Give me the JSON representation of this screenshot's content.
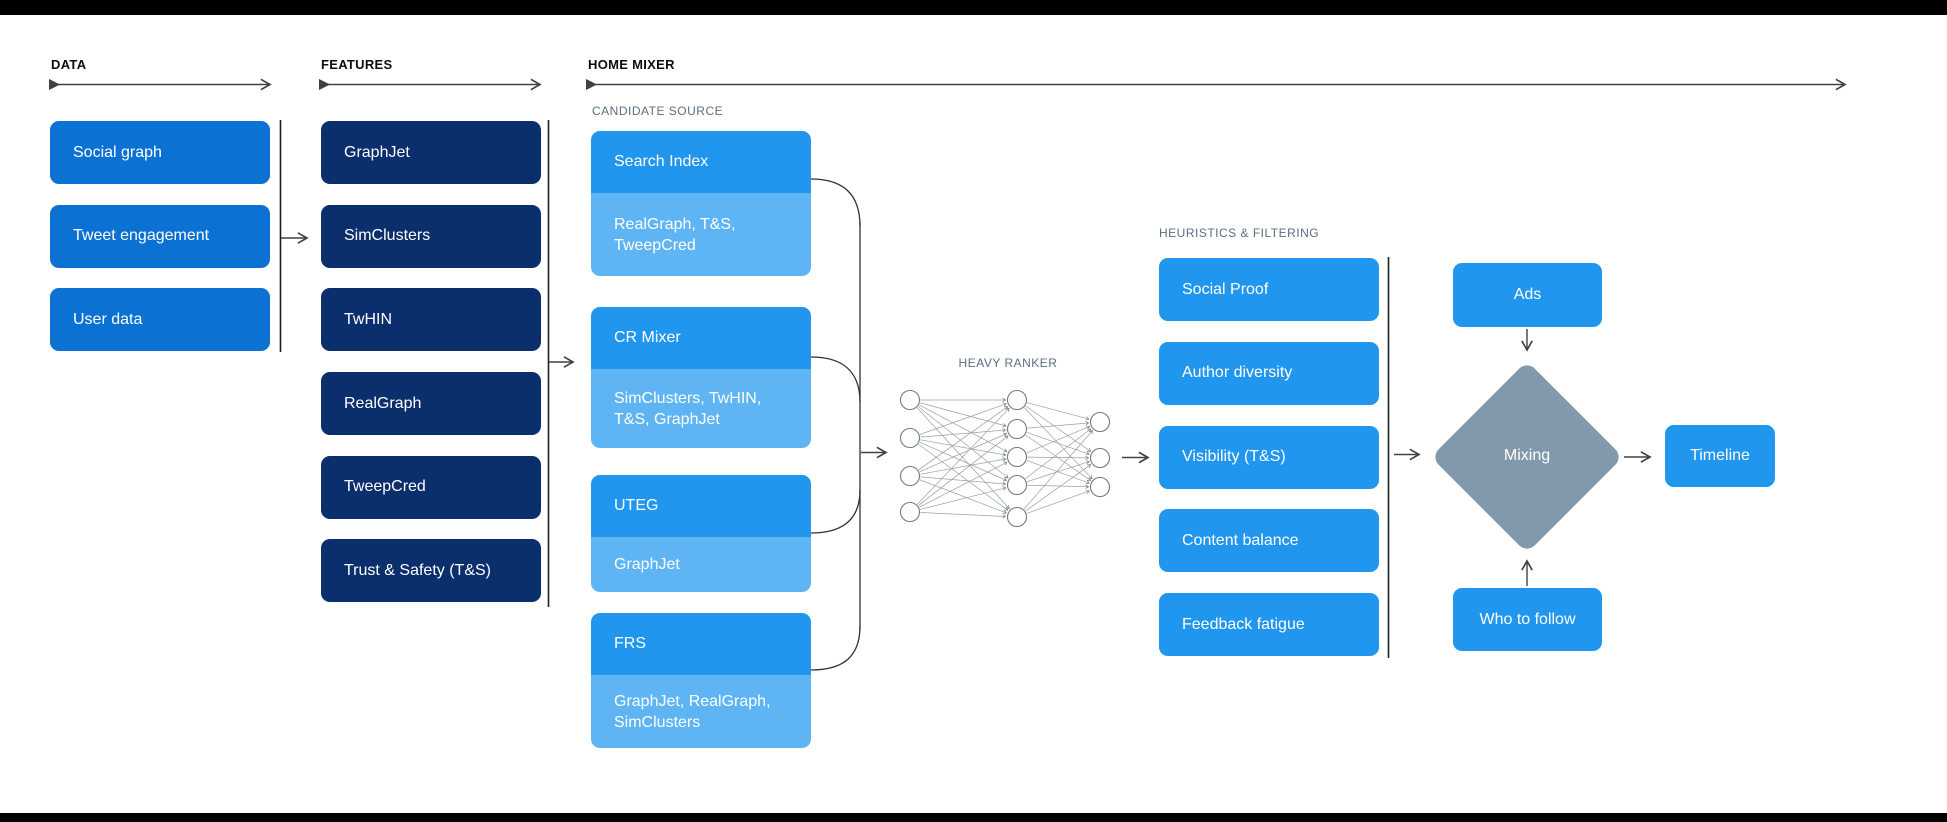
{
  "palette": {
    "data_box": "#0b72d4",
    "feature_box": "#0b2e6c",
    "bright_box": "#2196ee",
    "light_box": "#5fb5f3",
    "diamond": "#8298ab",
    "sub_label": "#5c6e80",
    "header_text": "#0c0d0e",
    "arrow": "#3c4248",
    "nn_edge": "#98a0a8",
    "nn_node_stroke": "#707a85"
  },
  "columns": {
    "data": {
      "header": "DATA",
      "items": [
        {
          "label": "Social graph"
        },
        {
          "label": "Tweet engagement"
        },
        {
          "label": "User data"
        }
      ]
    },
    "features": {
      "header": "FEATURES",
      "items": [
        {
          "label": "GraphJet"
        },
        {
          "label": "SimClusters"
        },
        {
          "label": "TwHIN"
        },
        {
          "label": "RealGraph"
        },
        {
          "label": "TweepCred"
        },
        {
          "label": "Trust & Safety (T&S)"
        }
      ]
    },
    "home_mixer": {
      "header": "HOME MIXER",
      "candidate_source": {
        "label": "CANDIDATE SOURCE",
        "items": [
          {
            "name": "Search Index",
            "uses": "RealGraph, T&S, TweepCred"
          },
          {
            "name": "CR Mixer",
            "uses": "SimClusters, TwHIN, T&S, GraphJet"
          },
          {
            "name": "UTEG",
            "uses": "GraphJet"
          },
          {
            "name": "FRS",
            "uses": "GraphJet, RealGraph, SimClusters"
          }
        ]
      },
      "heavy_ranker": {
        "label": "HEAVY RANKER",
        "layers": [
          4,
          5,
          3
        ]
      },
      "heuristics": {
        "label": "HEURISTICS & FILTERING",
        "items": [
          {
            "label": "Social Proof"
          },
          {
            "label": "Author diversity"
          },
          {
            "label": "Visibility (T&S)"
          },
          {
            "label": "Content balance"
          },
          {
            "label": "Feedback fatigue"
          }
        ]
      },
      "mixing": {
        "ads": "Ads",
        "diamond": "Mixing",
        "who_to_follow": "Who to follow",
        "timeline": "Timeline"
      }
    }
  }
}
